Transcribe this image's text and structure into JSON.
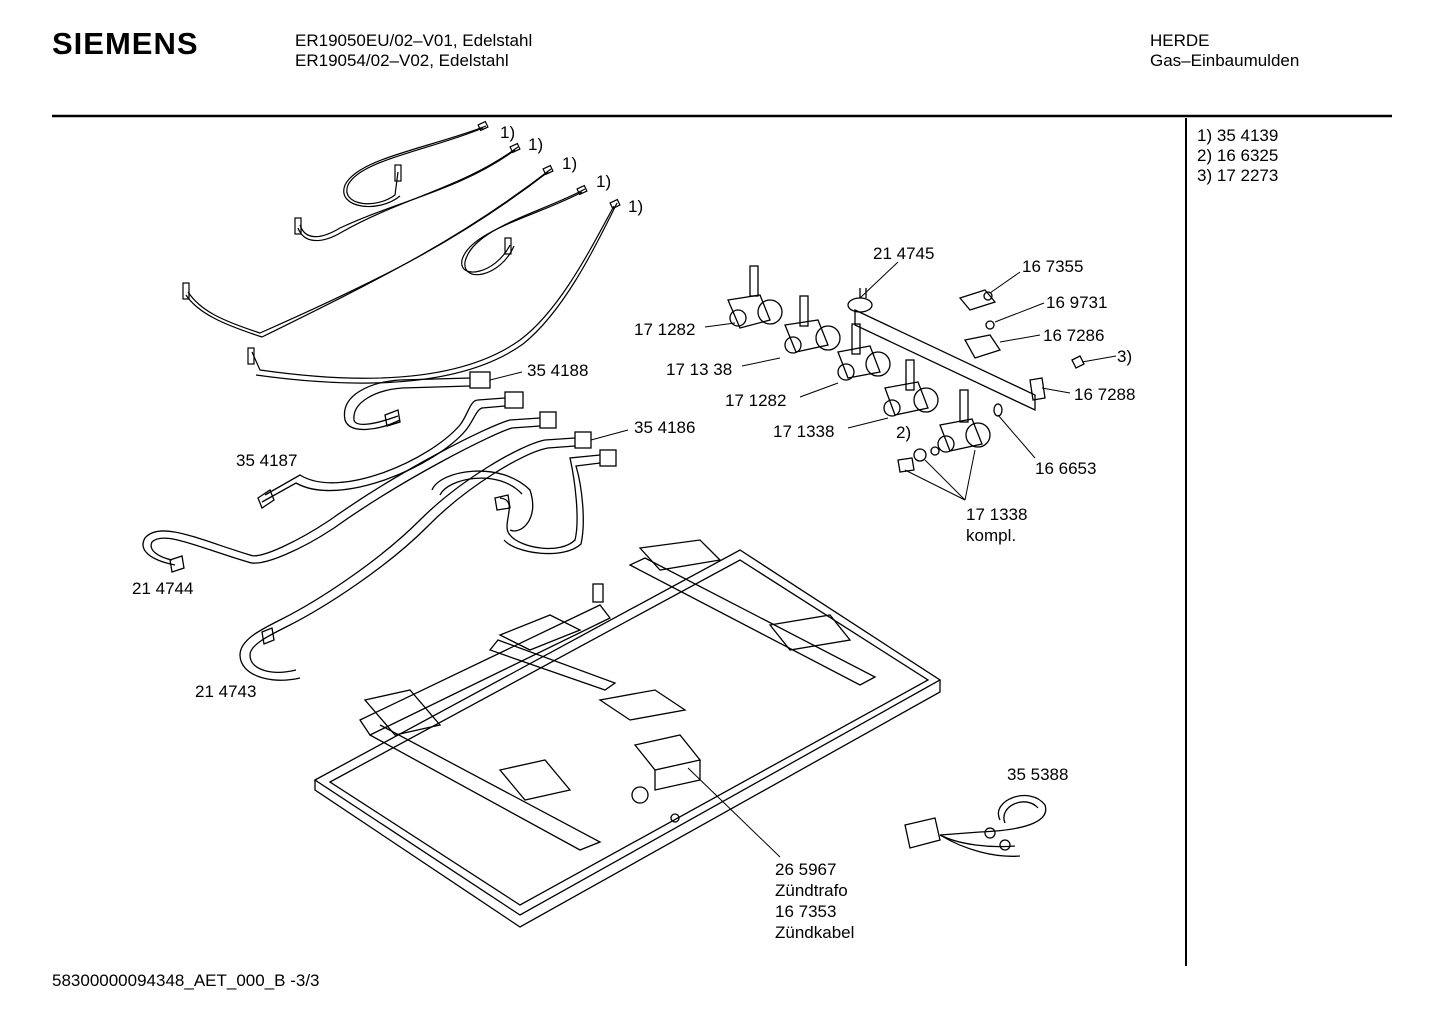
{
  "header": {
    "brand": "SIEMENS",
    "model_line_1": "ER19050EU/02–V01, Edelstahl",
    "model_line_2": "ER19054/02–V02, Edelstahl",
    "category": "HERDE",
    "subcategory": "Gas–Einbaumulden"
  },
  "legend": [
    {
      "key": "1)",
      "part": "35 4139"
    },
    {
      "key": "2)",
      "part": "16 6325"
    },
    {
      "key": "3)",
      "part": "17 2273"
    }
  ],
  "callouts": {
    "ref1": "1)",
    "ref2": "2)",
    "ref3": "3)",
    "p214745": "21 4745",
    "p167355": "16 7355",
    "p169731": "16 9731",
    "p167286": "16 7286",
    "p167288": "16 7288",
    "p166653": "16 6653",
    "p171282a": "17 1282",
    "p171338a": "17 13 38",
    "p171282b": "17 1282",
    "p171338b": "17 1338",
    "p171338c": "17 1338",
    "kompl": "kompl.",
    "p354188": "35 4188",
    "p354187": "35 4187",
    "p354186": "35 4186",
    "p214744": "21 4744",
    "p214743": "21 4743",
    "p355388": "35 5388",
    "p265967": "26 5967",
    "zuendtrafo": "Zündtrafo",
    "p167353": "16 7353",
    "zuendkabel": "Zündkabel"
  },
  "footer": {
    "doc_id": "58300000094348_AET_000_B  -3/3"
  }
}
